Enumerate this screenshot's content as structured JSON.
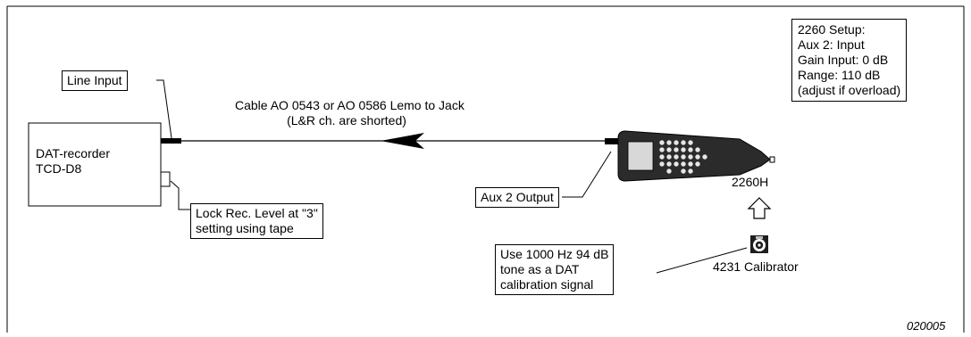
{
  "devices": {
    "dat_recorder": {
      "line1": "DAT-recorder",
      "line2": "TCD-D8"
    },
    "sound_level_meter": {
      "label": "2260H"
    },
    "calibrator": {
      "label": "4231 Calibrator"
    }
  },
  "callouts": {
    "line_input": "Line Input",
    "aux_output": "Aux 2 Output",
    "lock_rec": {
      "line1": "Lock Rec. Level at \"3\"",
      "line2": "setting using tape"
    },
    "calibration": {
      "line1": "Use 1000 Hz 94 dB",
      "line2": "tone as a DAT",
      "line3": "calibration signal"
    }
  },
  "cable": {
    "line1": "Cable AO 0543 or AO 0586 Lemo to Jack",
    "line2": "(L&R ch. are shorted)"
  },
  "setup": {
    "lines": [
      "2260 Setup:",
      "Aux 2: Input",
      "Gain Input: 0 dB",
      "Range: 110 dB",
      "(adjust if overload)"
    ]
  },
  "figure_id": "020005"
}
